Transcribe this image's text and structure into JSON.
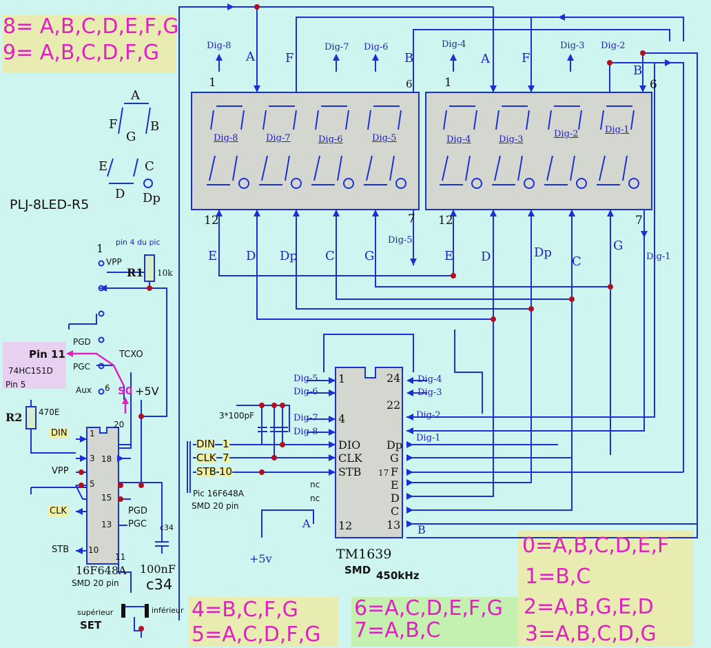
{
  "colors": {
    "background": "#cef5ef",
    "wire": "#1a2fd6",
    "panel": "#d3d7d0",
    "magenta": "#e020c0",
    "note_bg": "#e8ecb0"
  },
  "notes": {
    "n8": "8= A,B,C,D,E,F,G",
    "n9": "9= A,B,C,D,F,G",
    "n0": "0=A,B,C,D,E,F",
    "n1": "1=B,C",
    "n2": "2=A,B,G,E,D",
    "n3": "3=A,B,C,D,G",
    "n4": "4=B,C,F,G",
    "n5": "5=A,C,D,F,G",
    "n6": "6=A,C,D,E,F,G",
    "n7": "7=A,B,C"
  },
  "legend": {
    "a": "A",
    "b": "B",
    "c": "C",
    "d": "D",
    "e": "E",
    "f": "F",
    "g": "G",
    "dp": "Dp"
  },
  "title": "PLJ-8LED-R5",
  "top_labels": {
    "dig8": "Dig-8",
    "a": "A",
    "f": "F",
    "dig7": "Dig-7",
    "dig6": "Dig-6",
    "b": "B",
    "six": "6",
    "dig4": "Dig-4",
    "a2": "A",
    "f2": "F",
    "dig3": "Dig-3",
    "dig2": "Dig-2",
    "b2": "B",
    "six2": "6",
    "one": "1",
    "one2": "1"
  },
  "display_labels": {
    "d8": "Dig-8",
    "d7": "Dig-7",
    "d6": "Dig-6",
    "d5": "Dig-5",
    "d4": "Dig-4",
    "d3": "Dig-3",
    "d2": "Dig-2",
    "d1": "Dig-1"
  },
  "bottom_labels": {
    "twelve": "12",
    "seven": "7",
    "dig5": "Dig-5",
    "e": "E",
    "d": "D",
    "dp": "Dp",
    "c": "C",
    "g": "G",
    "twelve2": "12",
    "seven2": "7",
    "e2": "E",
    "d2": "D",
    "dp2": "Dp",
    "c2": "C",
    "g2": "G",
    "dig1": "Dig-1"
  },
  "left": {
    "one": "1",
    "pin4": "pin 4 du pic",
    "vpp": "VPP",
    "r1": "R1",
    "r1val": "10k",
    "pgd": "PGD",
    "pgc": "PGC",
    "aux": "Aux",
    "six": "6",
    "tcxo": "TCXO",
    "s0": "S0",
    "plus5": "+5V",
    "pin11": "Pin 11",
    "ic74": "74HC151D",
    "pin5": "Pin 5",
    "r2": "R2",
    "r2val": "470E",
    "din": "DIN",
    "vpp2": "VPP",
    "clk": "CLK",
    "stb": "STB",
    "p1": "1",
    "p3": "3",
    "p5": "5",
    "p10": "10",
    "p20": "20",
    "p18": "18",
    "p15": "15",
    "p13": "13",
    "p11": "11",
    "pgd2": "PGD",
    "pgc2": "PGC",
    "c34a": "c34",
    "chip": "16F648A",
    "chip_sub": "SMD 20 pin",
    "cap": "100nF",
    "c34b": "c34",
    "sup": "supérieur",
    "inf": "inférieur",
    "set": "SET"
  },
  "tm": {
    "dig5": "Dig-5",
    "dig6": "Dig-6",
    "dig7": "Dig-7",
    "dig8": "Dig-8",
    "dig4": "Dig-4",
    "dig3": "Dig-3",
    "dig2": "Dig-2",
    "dig1": "Dig-1",
    "caps": "3*100pF",
    "din": "DIN",
    "din_n": "1",
    "clk": "CLK",
    "clk_n": "7",
    "stb": "STB",
    "stb_n": "10",
    "pic": "Pic 16F648A",
    "pic_sub": "SMD 20 pin",
    "p1": "1",
    "p4": "4",
    "p24": "24",
    "p22": "22",
    "p17": "17",
    "p12": "12",
    "p13": "13",
    "dio": "DIO",
    "clk2": "CLK",
    "stb2": "STB",
    "nc1": "nc",
    "nc2": "nc",
    "dp": "Dp",
    "g": "G",
    "f": "F",
    "e": "E",
    "d": "D",
    "c": "C",
    "b": "B",
    "a": "A",
    "plus5": "+5v",
    "name": "TM1639",
    "smd": "SMD",
    "freq": "450kHz"
  }
}
